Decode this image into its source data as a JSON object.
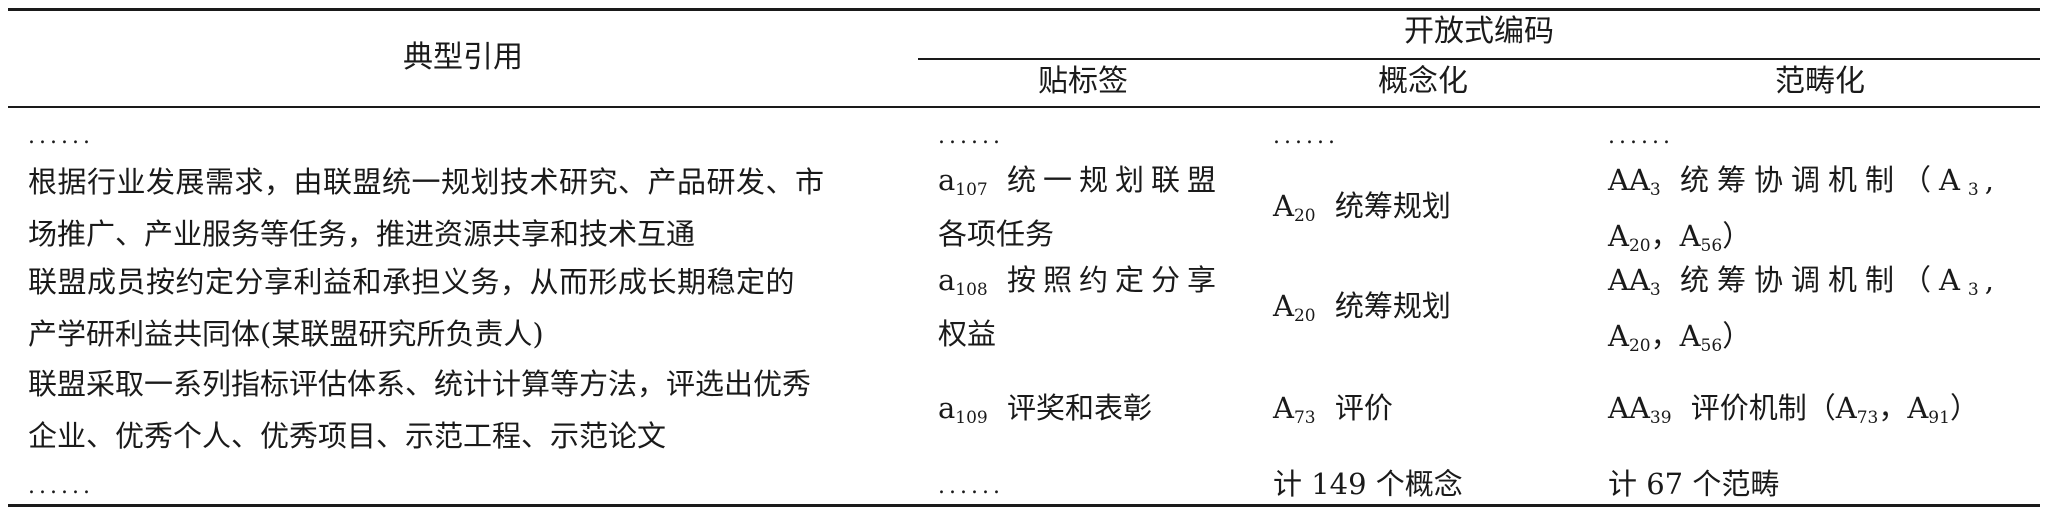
{
  "header": {
    "col1": "典型引用",
    "group": "开放式编码",
    "col2": "贴标签",
    "col3": "概念化",
    "col4": "范畴化"
  },
  "ellipsis": "......",
  "rows": [
    {
      "quote": [
        "根据行业发展需求，由联盟统一规划技术研究、产品研发、市",
        "场推广、产业服务等任务，推进资源共享和技术互通"
      ],
      "label_prefix": "a",
      "label_sub": "107",
      "label_text": [
        "统一规划联盟",
        "各项任务"
      ],
      "concept_prefix": "A",
      "concept_sub": "20",
      "concept_text": "统筹规划",
      "category_prefix": "AA",
      "category_sub": "3",
      "category_text": "统筹协调机制（A",
      "category_refs": [
        "3",
        "20",
        "56"
      ]
    },
    {
      "quote": [
        "联盟成员按约定分享利益和承担义务，从而形成长期稳定的",
        "产学研利益共同体(某联盟研究所负责人)"
      ],
      "label_prefix": "a",
      "label_sub": "108",
      "label_text": [
        "按照约定分享",
        "权益"
      ],
      "concept_prefix": "A",
      "concept_sub": "20",
      "concept_text": "统筹规划",
      "category_prefix": "AA",
      "category_sub": "3",
      "category_text": "统筹协调机制（A",
      "category_refs": [
        "3",
        "20",
        "56"
      ]
    },
    {
      "quote": [
        "联盟采取一系列指标评估体系、统计计算等方法，评选出优秀",
        "企业、优秀个人、优秀项目、示范工程、示范论文"
      ],
      "label_prefix": "a",
      "label_sub": "109",
      "label_text": [
        "评奖和表彰"
      ],
      "concept_prefix": "A",
      "concept_sub": "73",
      "concept_text": "评价",
      "category_prefix": "AA",
      "category_sub": "39",
      "category_text": "评价机制（A",
      "category_refs": [
        "73",
        "91"
      ]
    }
  ],
  "footer": {
    "concept_total": "计 149 个概念",
    "category_total": "计 67 个范畴"
  }
}
